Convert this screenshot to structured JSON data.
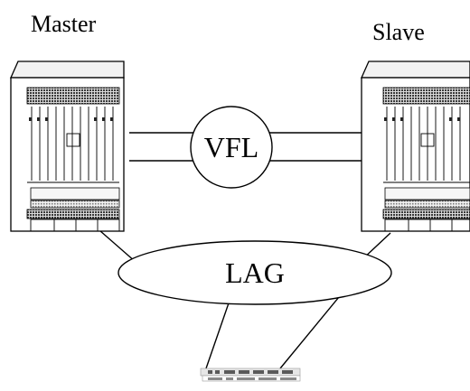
{
  "nodes": {
    "master_label": "Master",
    "slave_label": "Slave",
    "vfl_label": "VFL",
    "lag_label": "LAG"
  }
}
